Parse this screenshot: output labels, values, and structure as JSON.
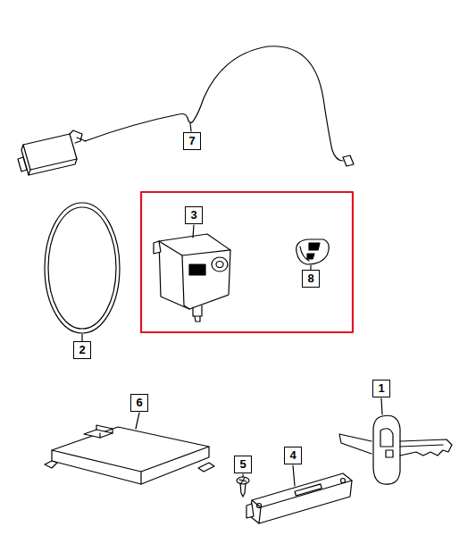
{
  "diagram": {
    "labels": [
      "7",
      "3",
      "8",
      "2",
      "6",
      "1",
      "5",
      "4"
    ]
  }
}
